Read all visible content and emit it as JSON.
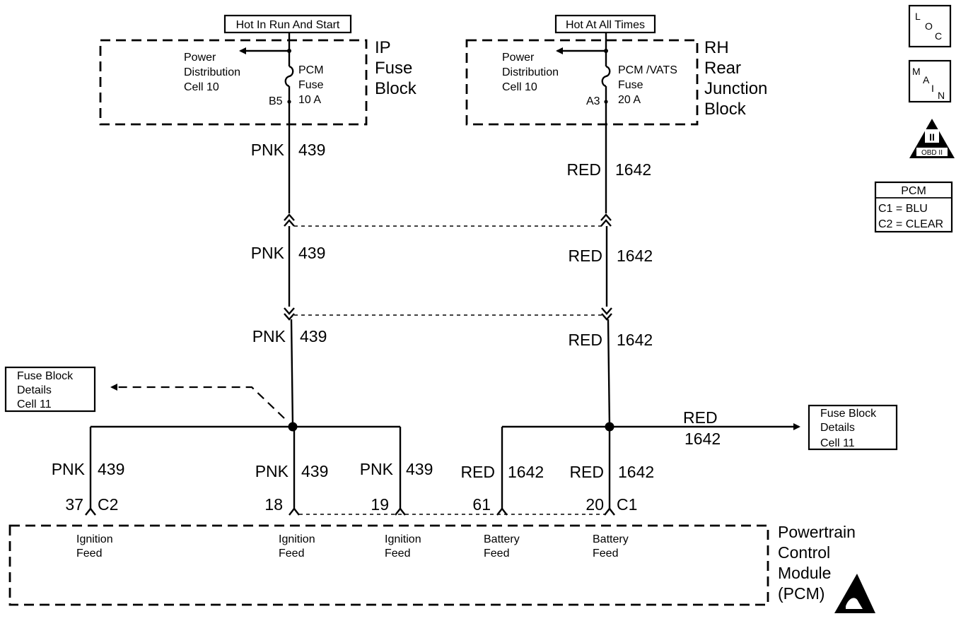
{
  "sources": {
    "left_source": "Hot In Run And Start",
    "right_source": "Hot At All Times"
  },
  "ip_fuse_block": {
    "title_lines": [
      "IP",
      "Fuse",
      "Block"
    ],
    "pd_lines": [
      "Power",
      "Distribution",
      "Cell 10"
    ],
    "fuse_lines": [
      "PCM",
      "Fuse",
      "10 A"
    ],
    "terminal": "B5"
  },
  "rh_junction_block": {
    "title_lines": [
      "RH",
      "Rear",
      "Junction",
      "Block"
    ],
    "pd_lines": [
      "Power",
      "Distribution",
      "Cell 10"
    ],
    "fuse_lines": [
      "PCM /VATS",
      "Fuse",
      "20 A"
    ],
    "terminal": "A3"
  },
  "legend": {
    "loc_icon": [
      "L",
      "O",
      "C"
    ],
    "main_icon": [
      "M",
      "A",
      "I",
      "N"
    ],
    "obd_icon": [
      "II",
      "OBD II"
    ],
    "pcm_table_title": "PCM",
    "pcm_table_rows": [
      "C1 = BLU",
      "C2 = CLEAR"
    ]
  },
  "wires": {
    "pnk": {
      "color": "PNK",
      "circuit": "439"
    },
    "red": {
      "color": "RED",
      "circuit": "1642"
    }
  },
  "ref_boxes": {
    "left": [
      "Fuse Block",
      "Details",
      "Cell 11"
    ],
    "right": [
      "Fuse Block",
      "Details",
      "Cell 11"
    ]
  },
  "pcm_pins": [
    {
      "pin": "37",
      "connector": "C2",
      "feed": [
        "Ignition",
        "Feed"
      ]
    },
    {
      "pin": "18",
      "connector": "",
      "feed": [
        "Ignition",
        "Feed"
      ]
    },
    {
      "pin": "19",
      "connector": "",
      "feed": [
        "Ignition",
        "Feed"
      ]
    },
    {
      "pin": "61",
      "connector": "",
      "feed": [
        "Battery",
        "Feed"
      ]
    },
    {
      "pin": "20",
      "connector": "C1",
      "feed": [
        "Battery",
        "Feed"
      ]
    }
  ],
  "pcm": {
    "title_lines": [
      "Powertrain",
      "Control",
      "Module",
      "(PCM)"
    ],
    "esd_icon": "esd-warning-icon"
  }
}
